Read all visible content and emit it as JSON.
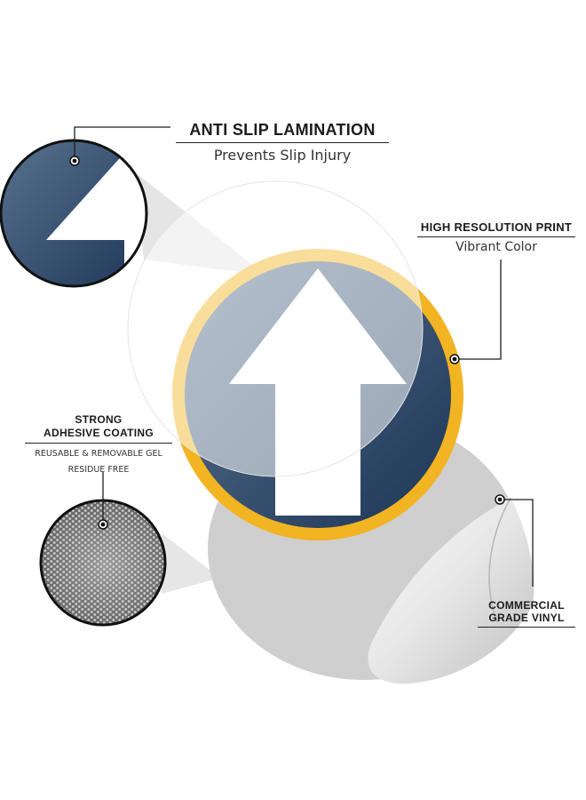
{
  "features": {
    "anti_slip": {
      "title": "ANTI SLIP LAMINATION",
      "subtitle": "Prevents Slip Injury"
    },
    "high_resolution": {
      "title": "HIGH RESOLUTION PRINT",
      "subtitle": "Vibrant Color"
    },
    "adhesive": {
      "title_line1": "STRONG",
      "title_line2": "ADHESIVE COATING",
      "subtitle_line1": "REUSABLE & REMOVABLE GEL",
      "subtitle_line2": "RESIDUE FREE"
    },
    "vinyl": {
      "title_line1": "COMMERCIAL",
      "title_line2": "GRADE VINYL"
    }
  },
  "colors": {
    "navy": "#203a5c",
    "gold": "#f2b422",
    "arrow": "#ffffff",
    "vinyl_gray": "#c9c9c9",
    "leader_line": "#1e1e1e"
  }
}
